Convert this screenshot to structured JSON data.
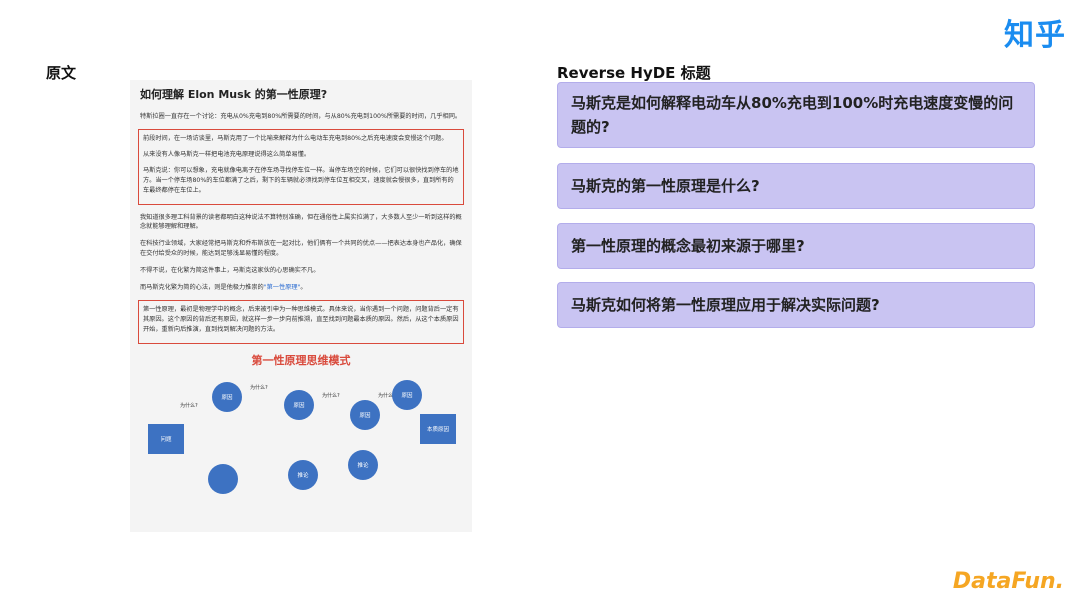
{
  "brand": {
    "zhihu_logo": "知乎",
    "datafun_logo": "DataFun."
  },
  "left_title": "原文",
  "right_title": "Reverse HyDE 标题",
  "article": {
    "title": "如何理解 Elon Musk 的第一性原理?",
    "p1": "特斯拉圈一直存在一个讨论：充电从0%充电到80%所需要的时间，与从80%充电到100%所需要的时间，几乎相同。",
    "box1": [
      "前段时间，在一场访谈里，马斯克用了一个比喻来解释为什么电动车充电到80%之后充电速度会变慢这个问题。",
      "从来没有人像马斯克一样把电池充电原理说得这么简单易懂。",
      "马斯克说：你可以想象，充电就像电离子在停车场寻找停车位一样。当停车场空的时候，它们可以很快找到停车的地方。当一个停车场80%的车位都满了之后，剩下的车辆就必须找到停车位互相交叉，速度就会慢很多，直到所有的车最终都停在车位上。"
    ],
    "p2": "我知道很多理工科背景的读者都明白这种说法不算特别准确，但在通俗性上属实拉满了，大多数人至少一听到这样的概念就能够理解和理解。",
    "p3": "在科技行业领域，大家经常把马斯克和乔布斯放在一起对比，他们俩有一个共同的优点——把表达本身也产品化，确保在交付给受众的时候，能达到足够浅显易懂的程度。",
    "p4": "不得不说，在化繁为简这件事上，马斯克这家伙的心思确实不凡。",
    "p5_prefix": "而马斯克化繁为简的心法，则是他极力推崇的",
    "p5_link": "\"第一性原理\"",
    "p5_suffix": "。",
    "box2": "第一性原理，最初是物理学中的概念，后来被引申为一种思维模式。具体来说，当你遇到一个问题，问题背后一定有其原因。这个原因的背后还有原因，就这样一步一步向前推溯，直至找到问题最本质的原因。然后，从这个本质原因开始，重新向后推演，直到找到解决问题的方法。",
    "diagram": {
      "title": "第一性原理思维模式",
      "problem": "问题",
      "cause": "原因",
      "root": "本质原因",
      "deduce": "推论",
      "why": "为什么?"
    }
  },
  "questions": [
    "马斯克是如何解释电动车从80%充电到100%时充电速度变慢的问题的?",
    "马斯克的第一性原理是什么?",
    "第一性原理的概念最初来源于哪里?",
    "马斯克如何将第一性原理应用于解决实际问题?"
  ],
  "colors": {
    "card_bg": "#c9c4f2",
    "highlight_border": "#d94a3c",
    "diagram_blue": "#3d72c2",
    "zhihu_blue": "#1a8cf0",
    "datafun_orange": "#f5a623"
  }
}
